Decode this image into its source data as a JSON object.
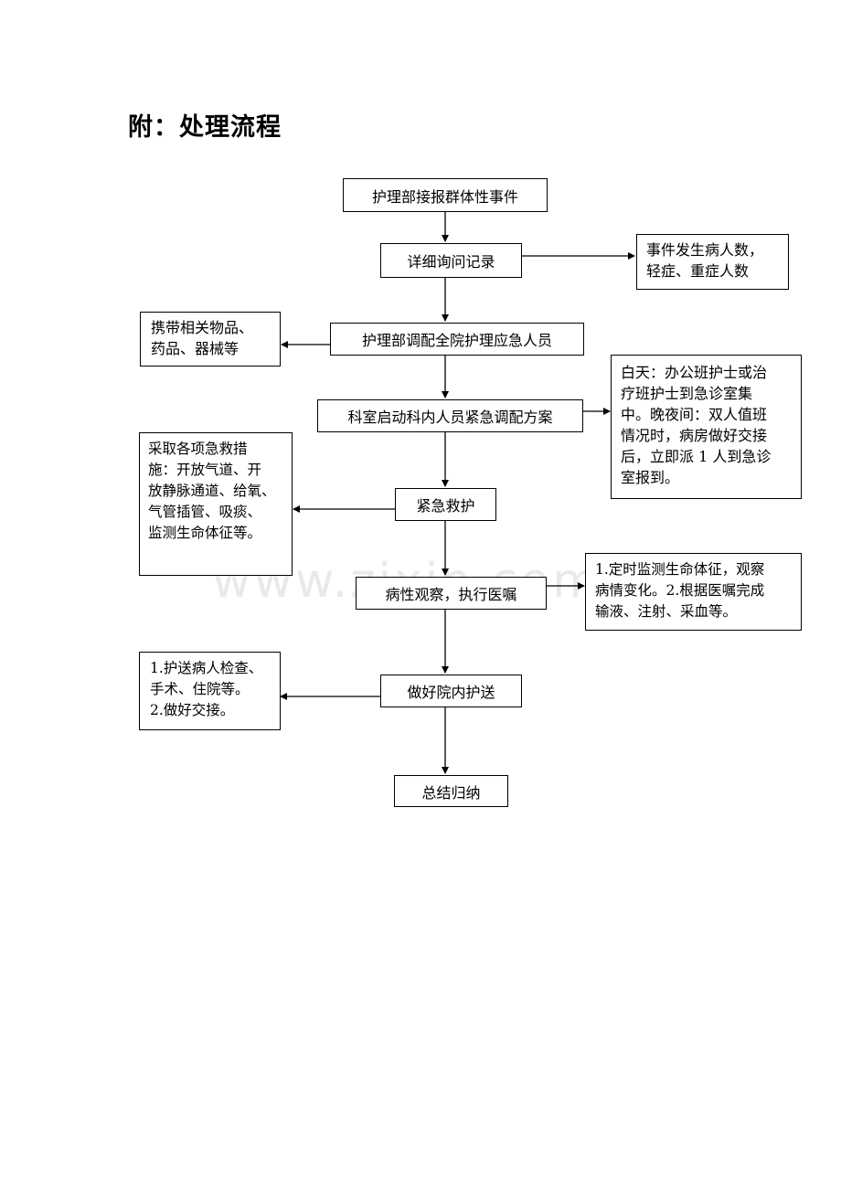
{
  "title": "附：处理流程",
  "watermark": "www.zixin.com.cn",
  "flow": {
    "step1": "护理部接报群体性事件",
    "step2": "详细询问记录",
    "step3": "护理部调配全院护理应急人员",
    "step4": "科室启动科内人员紧急调配方案",
    "step5": "紧急救护",
    "step6": "病性观察，执行医嘱",
    "step7": "做好院内护送",
    "step8": "总结归纳"
  },
  "notes": {
    "record": [
      "事件发生病人数，",
      "轻症、重症人数"
    ],
    "supplies": [
      "携带相关物品、",
      "药品、器械等"
    ],
    "staffing": [
      "白天：办公班护士或治",
      "疗班护士到急诊室集",
      "中。晚夜间：双人值班",
      "情况时，病房做好交接",
      "后，立即派 1 人到急诊",
      "室报到。"
    ],
    "rescue": [
      "采取各项急救措",
      "施：开放气道、开",
      "放静脉通道、给氧、",
      "气管插管、吸痰、",
      "监测生命体征等。"
    ],
    "observe": [
      "1.定时监测生命体征，观察",
      "病情变化。2.根据医嘱完成",
      "输液、注射、采血等。"
    ],
    "escort": [
      "1.护送病人检查、",
      "手术、住院等。",
      "2.做好交接。"
    ]
  }
}
